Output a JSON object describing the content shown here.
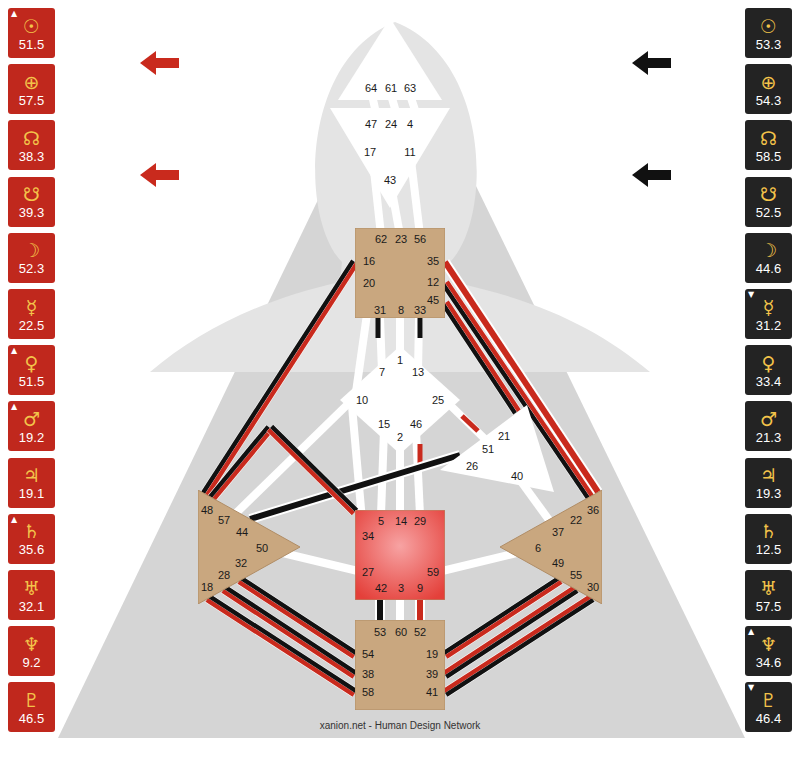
{
  "diagram": {
    "nodes": [
      {
        "text": [
          "▲",
          "☉",
          "51.5"
        ]
      },
      {
        "text": [
          "⊕",
          "57.5"
        ]
      },
      {
        "text": [
          "☊",
          "38.3"
        ]
      },
      {
        "text": [
          "☋",
          "39.3"
        ]
      },
      {
        "text": [
          "☽",
          "52.3"
        ]
      },
      {
        "text": [
          "☿",
          "22.5"
        ]
      },
      {
        "text": [
          "▲",
          "♀",
          "51.5"
        ]
      },
      {
        "text": [
          "▲",
          "♂",
          "19.2"
        ]
      },
      {
        "text": [
          "♃",
          "19.1"
        ]
      },
      {
        "text": [
          "▲",
          "♄",
          "35.6"
        ]
      },
      {
        "text": [
          "♅",
          "32.1"
        ]
      },
      {
        "text": [
          "♆",
          "9.2"
        ]
      },
      {
        "text": [
          "♇",
          "46.5"
        ]
      },
      {
        "text": [
          "64",
          "61",
          "63"
        ]
      },
      {
        "text": [
          "47",
          "24",
          "4",
          "17",
          "11",
          "43"
        ]
      },
      {
        "text": [
          "62",
          "23",
          "56",
          "16",
          "35",
          "20",
          "12",
          "45",
          "31",
          "8",
          "33"
        ]
      },
      {
        "text": [
          "1",
          "7",
          "13",
          "10",
          "25",
          "15",
          "2",
          "46"
        ]
      },
      {
        "text": [
          "21",
          "51",
          "26",
          "40"
        ]
      },
      {
        "text": [
          "48",
          "57",
          "44",
          "50",
          "32",
          "28",
          "18"
        ]
      },
      {
        "text": [
          "5",
          "14",
          "29",
          "34",
          "27",
          "59",
          "42",
          "3",
          "9"
        ]
      },
      {
        "text": [
          "36",
          "22",
          "37",
          "6",
          "49",
          "55",
          "30"
        ]
      },
      {
        "text": [
          "53",
          "60",
          "52",
          "54",
          "19",
          "38",
          "39",
          "58",
          "41"
        ]
      },
      {
        "text": [
          "☉",
          "53.3"
        ]
      },
      {
        "text": [
          "⊕",
          "54.3"
        ]
      },
      {
        "text": [
          "☊",
          "58.5"
        ]
      },
      {
        "text": [
          "☋",
          "52.5"
        ]
      },
      {
        "text": [
          "☽",
          "44.6"
        ]
      },
      {
        "text": [
          "▼",
          "☿",
          "31.2"
        ]
      },
      {
        "text": [
          "♀",
          "33.4"
        ]
      },
      {
        "text": [
          "♂",
          "21.3"
        ]
      },
      {
        "text": [
          "♃",
          "19.3"
        ]
      },
      {
        "text": [
          "♄",
          "12.5"
        ]
      },
      {
        "text": [
          "♅",
          "57.5"
        ]
      },
      {
        "text": [
          "▲",
          "♆",
          "34.6"
        ]
      },
      {
        "text": [
          "▼",
          "♇",
          "46.4"
        ]
      }
    ],
    "edges": [
      {
        "from": 15,
        "to": 20,
        "arrow": "none"
      },
      {
        "from": 15,
        "to": 20,
        "arrow": "none"
      },
      {
        "from": 15,
        "to": 18,
        "arrow": "none"
      },
      {
        "from": 15,
        "to": 17,
        "arrow": "none"
      },
      {
        "from": 18,
        "to": 17,
        "arrow": "none"
      },
      {
        "from": 18,
        "to": 19,
        "arrow": "none"
      },
      {
        "from": 18,
        "to": 21,
        "arrow": "none"
      },
      {
        "from": 18,
        "to": 21,
        "arrow": "none"
      },
      {
        "from": 18,
        "to": 21,
        "arrow": "none"
      },
      {
        "from": 20,
        "to": 21,
        "arrow": "none"
      },
      {
        "from": 20,
        "to": 21,
        "arrow": "none"
      },
      {
        "from": 20,
        "to": 21,
        "arrow": "none"
      },
      {
        "from": 19,
        "to": 21,
        "arrow": "none"
      },
      {
        "from": 19,
        "to": 21,
        "arrow": "none"
      }
    ],
    "labels": [
      "xanion.net - Human Design Network"
    ]
  }
}
